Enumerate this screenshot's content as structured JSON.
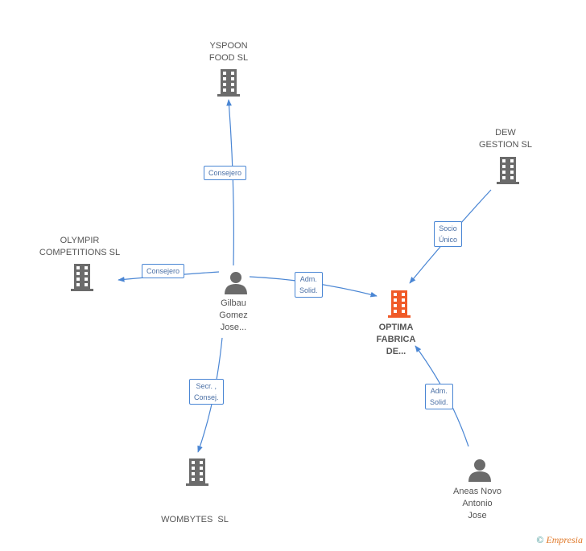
{
  "colors": {
    "edge": "#4a86d4",
    "company": "#6b6b6b",
    "focus_company": "#f05a28",
    "person": "#6b6b6b"
  },
  "nodes": {
    "yspoon": {
      "label_line1": "YSPOON",
      "label_line2": "FOOD SL",
      "icon": "building-icon"
    },
    "dew": {
      "label_line1": "DEW",
      "label_line2": "GESTION SL",
      "icon": "building-icon"
    },
    "olympir": {
      "label_line1": "OLYMPIR",
      "label_line2": "COMPETITIONS SL",
      "icon": "building-icon"
    },
    "gilbau": {
      "label_line1": "Gilbau",
      "label_line2": "Gomez",
      "label_line3": "Jose...",
      "icon": "person-icon"
    },
    "optima": {
      "label_line1": "OPTIMA",
      "label_line2": "FABRICA",
      "label_line3": "DE...",
      "icon": "building-icon"
    },
    "wombytes": {
      "label_line1": "WOMBYTES  SL",
      "icon": "building-icon"
    },
    "aneas": {
      "label_line1": "Aneas Novo",
      "label_line2": "Antonio",
      "label_line3": "Jose",
      "icon": "person-icon"
    }
  },
  "edges": {
    "gilbau_yspoon": "Consejero",
    "gilbau_olympir": "Consejero",
    "gilbau_optima": "Adm.\nSolid.",
    "gilbau_wombytes": "Secr. ,\nConsej.",
    "dew_optima": "Socio\nÚnico",
    "aneas_optima": "Adm.\nSolid."
  },
  "footer": {
    "copyright": "©",
    "brand": "Empresia"
  }
}
